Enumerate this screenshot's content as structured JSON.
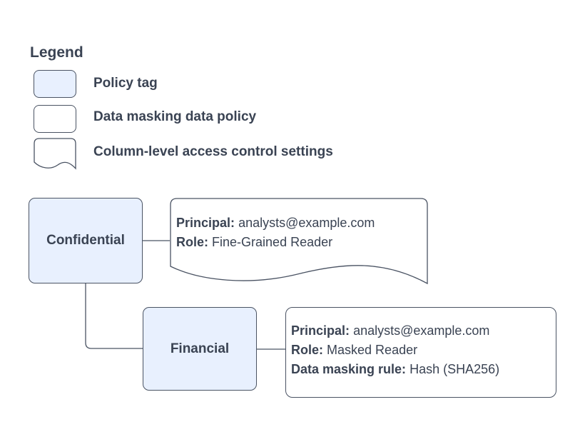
{
  "colors": {
    "stroke": "#4a5363",
    "text": "#3a4353",
    "node_fill": "#e8f0fe",
    "background": "#ffffff"
  },
  "legend": {
    "title": "Legend",
    "items": [
      {
        "shape": "policy-tag",
        "label": "Policy tag"
      },
      {
        "shape": "data-masking-policy",
        "label": "Data masking data policy"
      },
      {
        "shape": "document",
        "label": "Column-level access control settings"
      }
    ]
  },
  "diagram": {
    "nodes": {
      "confidential": {
        "label": "Confidential"
      },
      "financial": {
        "label": "Financial"
      }
    },
    "access_control_doc": {
      "lines": [
        {
          "label": "Principal:",
          "value": "analysts@example.com"
        },
        {
          "label": "Role:",
          "value": "Fine-Grained Reader"
        }
      ]
    },
    "masking_policy": {
      "lines": [
        {
          "label": "Principal:",
          "value": "analysts@example.com"
        },
        {
          "label": "Role:",
          "value": "Masked Reader"
        },
        {
          "label": "Data masking rule:",
          "value": "Hash (SHA256)"
        }
      ]
    }
  }
}
